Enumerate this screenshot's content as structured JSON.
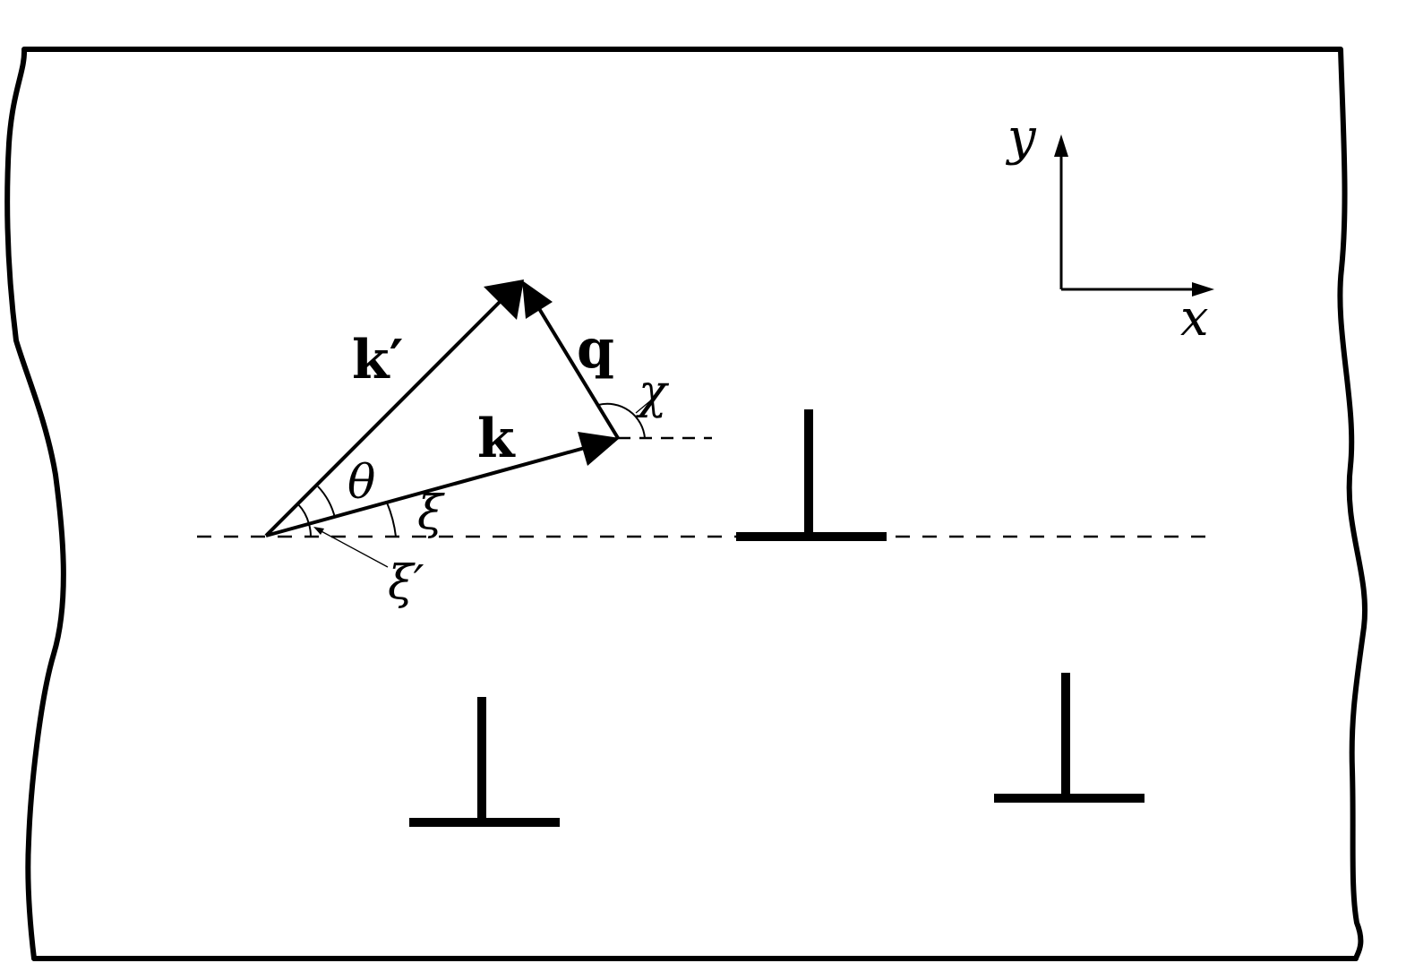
{
  "labels": {
    "k_prime": "k′",
    "k": "k",
    "q": "q",
    "theta": "θ",
    "xi": "ξ",
    "xi_prime": "ξ′",
    "chi": "χ",
    "axis_x": "x",
    "axis_y": "y"
  },
  "icons": {
    "dislocation_symbol": "dislocation-icon",
    "vector_arrow": "arrow-icon"
  },
  "colors": {
    "ink": "#000000",
    "background": "#ffffff"
  }
}
